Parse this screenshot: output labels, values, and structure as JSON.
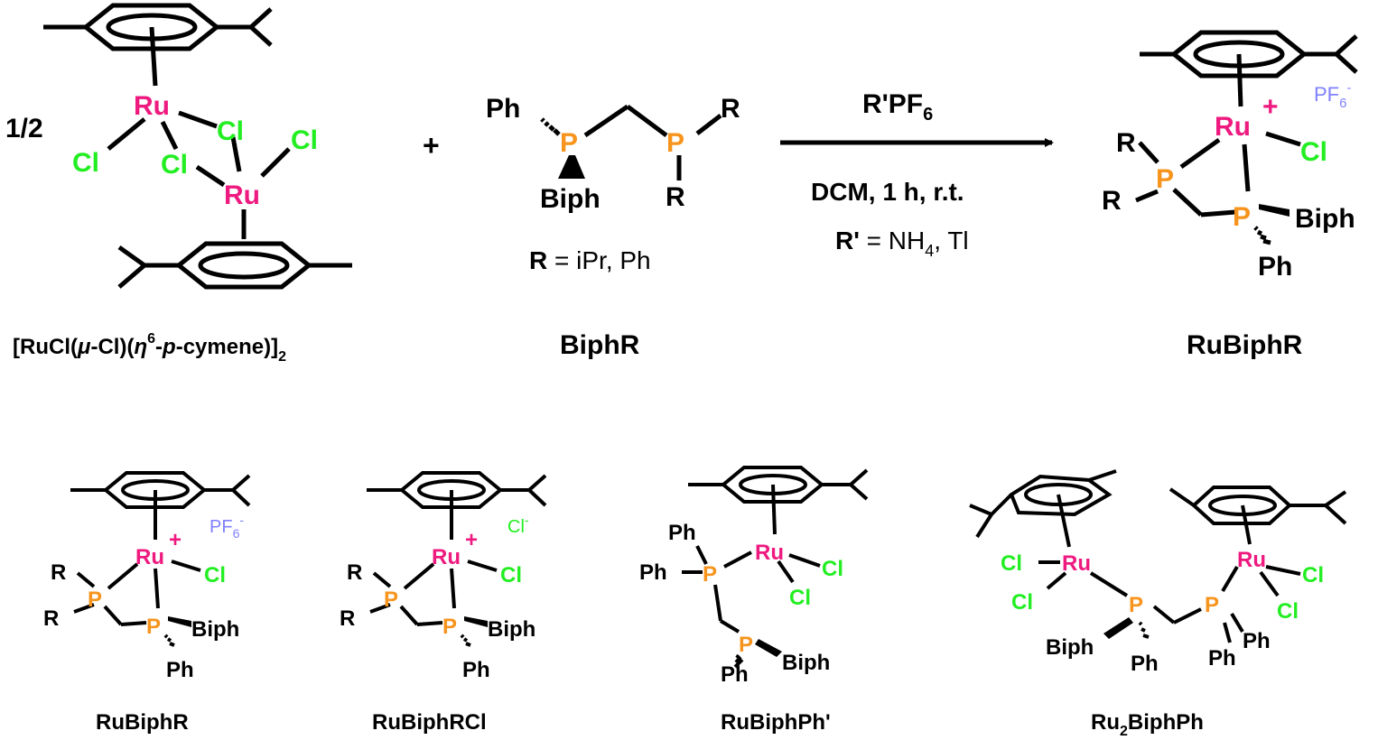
{
  "colors": {
    "ruthenium": "#ee1a80",
    "chlorine": "#22ee22",
    "phosphorus": "#f7941d",
    "bond": "#000000",
    "counterion": "#8080ff"
  },
  "elements": {
    "ru": "Ru",
    "cl": "Cl",
    "p": "P"
  },
  "groups": {
    "ph": "Ph",
    "biph": "Biph",
    "r": "R",
    "plus": "+",
    "ion_minus": "-"
  },
  "top": {
    "coeff": "1/2",
    "plus_sign": "+",
    "dimer_label": {
      "pre": "[RuCl(",
      "mu": "μ",
      "mid1": "-Cl)(",
      "eta": "η",
      "sup": "6",
      "mid2": "-",
      "pcym": "p",
      "post": "-cymene)]",
      "sub": "2"
    },
    "ligand_label": "BiphR",
    "r_def": {
      "bold": "R",
      "rest": " = iPr, Ph"
    },
    "arrow": {
      "reagent_base": "R'PF",
      "reagent_sub": "6",
      "conditions": "DCM, 1 h, r.t.",
      "cation_bold": "R'",
      "cation_rest1": " = NH",
      "cation_sub": "4",
      "cation_rest2": ", Tl"
    },
    "product_label": "RuBiphR",
    "product_anion": {
      "base": "PF",
      "sub": "6"
    }
  },
  "bottom": {
    "labels": {
      "c1": "RuBiphR",
      "c2": "RuBiphRCl",
      "c3": "RuBiphPh'",
      "c4_a": "Ru",
      "c4_sub": "2",
      "c4_b": "BiphPh"
    },
    "anions": {
      "c1_base": "PF",
      "c1_sub": "6",
      "c2": "Cl"
    }
  }
}
